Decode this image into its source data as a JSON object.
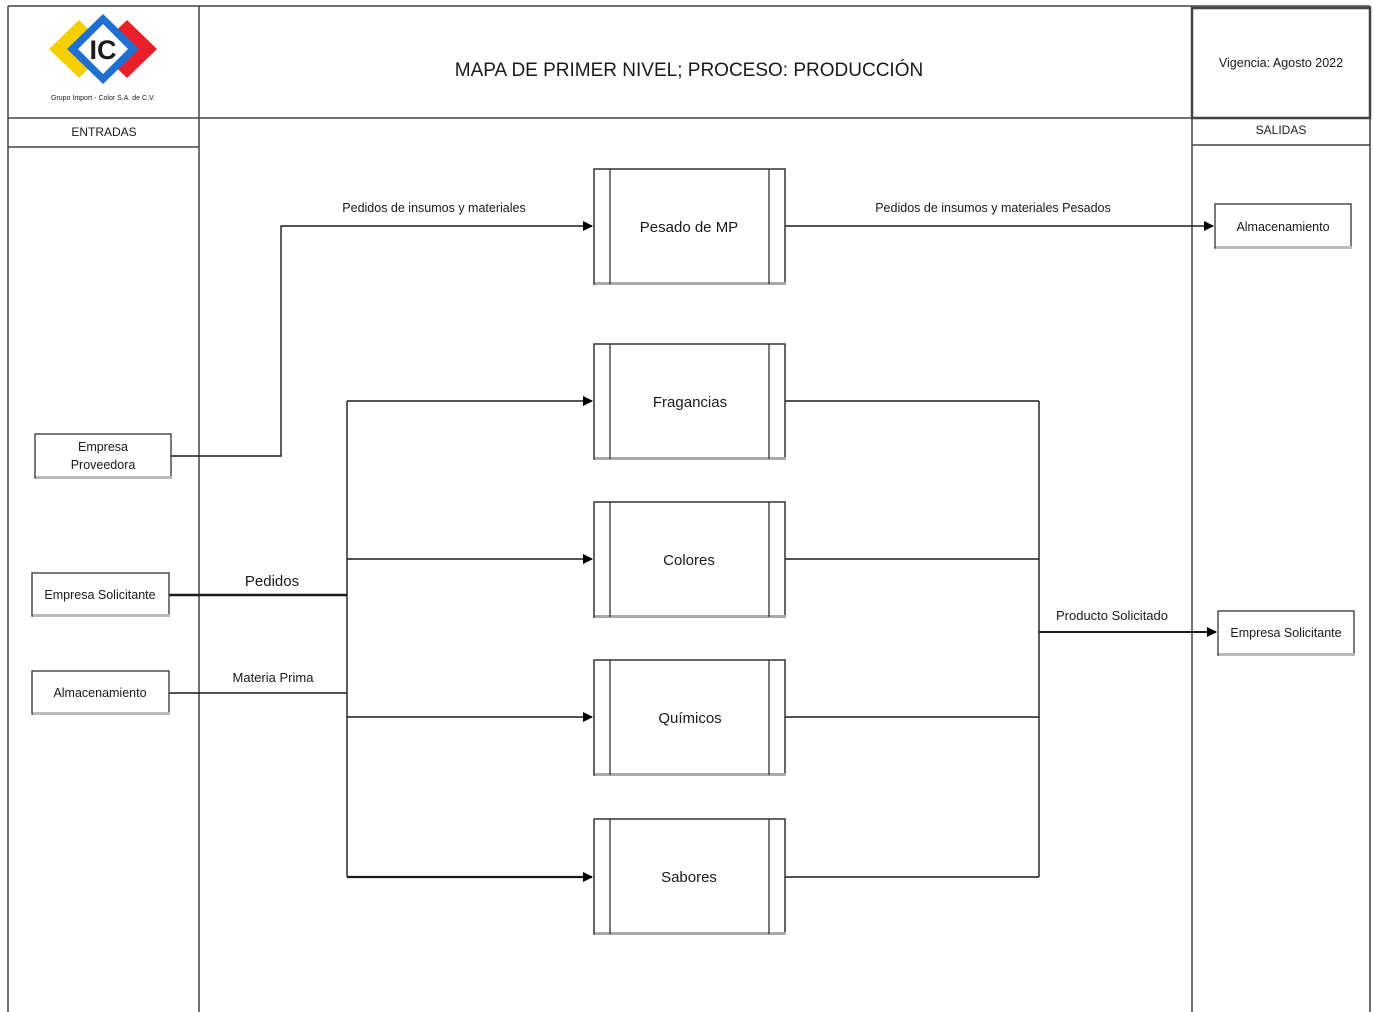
{
  "header": {
    "logo_letters": "IC",
    "logo_caption": "Grupo Import - Color S.A. de C.V.",
    "title": "MAPA DE PRIMER NIVEL; PROCESO: PRODUCCIÓN",
    "vigencia": "Vigencia: Agosto 2022"
  },
  "columns": {
    "inputs_label": "ENTRADAS",
    "outputs_label": "SALIDAS"
  },
  "inputs": {
    "empresa_proveedora": [
      "Empresa",
      "Proveedora"
    ],
    "empresa_solicitante": "Empresa Solicitante",
    "almacenamiento": "Almacenamiento"
  },
  "processes": {
    "pesado": "Pesado de MP",
    "fragancias": "Fragancias",
    "colores": "Colores",
    "quimicos": "Químicos",
    "sabores": "Sabores"
  },
  "outputs": {
    "almacenamiento": "Almacenamiento",
    "empresa_solicitante": "Empresa Solicitante"
  },
  "flow_labels": {
    "pedidos_insumos": "Pedidos de insumos y materiales",
    "pedidos_pesados": "Pedidos de insumos y materiales Pesados",
    "pedidos": "Pedidos",
    "materia_prima": "Materia Prima",
    "producto_solicitado": "Producto Solicitado"
  },
  "colors": {
    "logo_yellow": "#f5d000",
    "logo_red": "#e8202a",
    "logo_blue": "#1f6fd1",
    "line": "#1a1a1a",
    "process_fill": "#ffffff"
  }
}
